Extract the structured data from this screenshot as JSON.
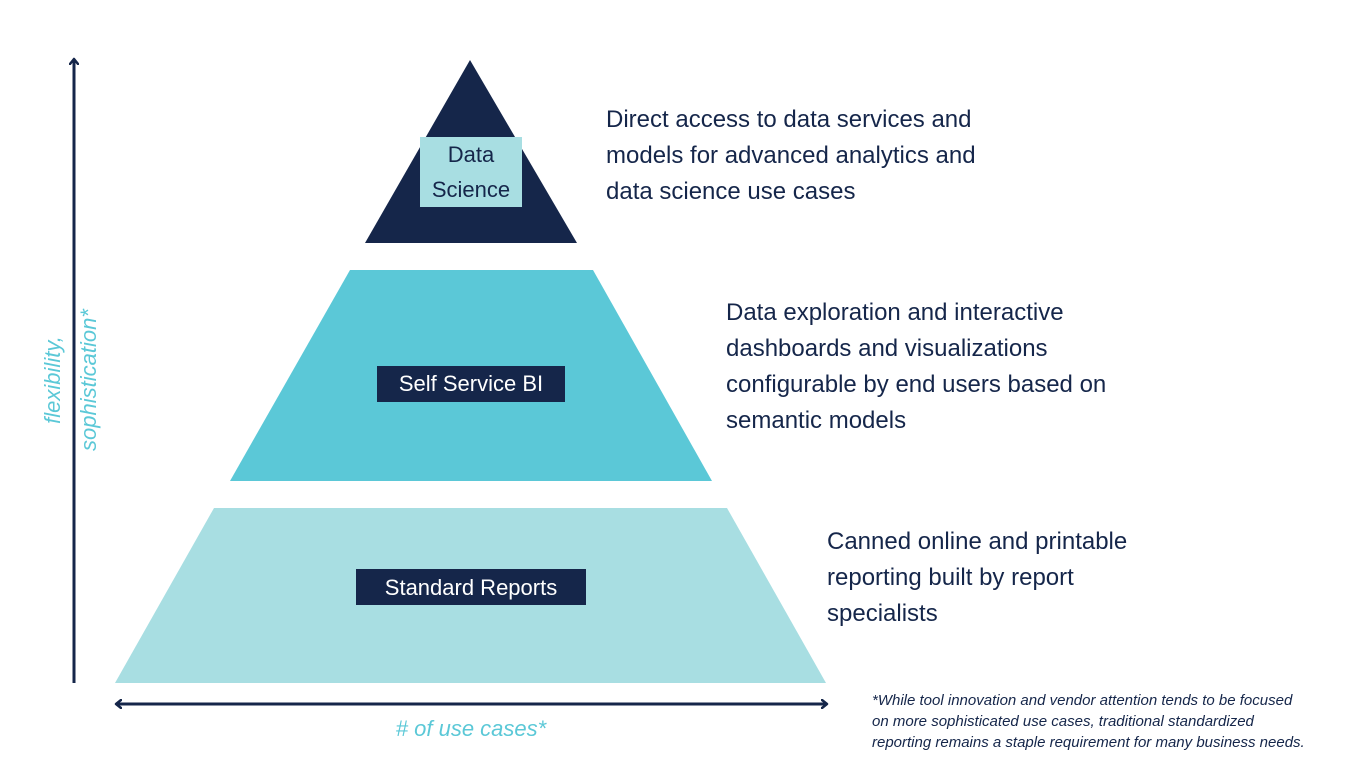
{
  "colors": {
    "navy": "#15264a",
    "teal": "#5bc8d7",
    "light_teal": "#a8dee2",
    "white": "#ffffff"
  },
  "pyramid": {
    "tiers": [
      {
        "label_lines": [
          "Data",
          "Science"
        ],
        "description": "Direct access to data services and\nmodels for advanced analytics and\ndata science use cases",
        "fill_color": "#15264a",
        "label_box_color": "#a8dee2",
        "label_text_color": "#15264a"
      },
      {
        "label_lines": [
          "Self Service BI"
        ],
        "description": "Data exploration and interactive\ndashboards and visualizations\nconfigurable by end users based on\nsemantic models",
        "fill_color": "#5bc8d7",
        "label_box_color": "#15264a",
        "label_text_color": "#ffffff"
      },
      {
        "label_lines": [
          "Standard Reports"
        ],
        "description": "Canned online and printable\nreporting built by report\nspecialists",
        "fill_color": "#a8dee2",
        "label_box_color": "#15264a",
        "label_text_color": "#ffffff"
      }
    ]
  },
  "axes": {
    "y_label_lines": [
      "flexibility,",
      "sophistication*"
    ],
    "x_label": "# of use cases*"
  },
  "footnote": "*While tool innovation and vendor attention tends to be focused\non more sophisticated use cases, traditional standardized\nreporting remains a staple requirement for many business needs."
}
